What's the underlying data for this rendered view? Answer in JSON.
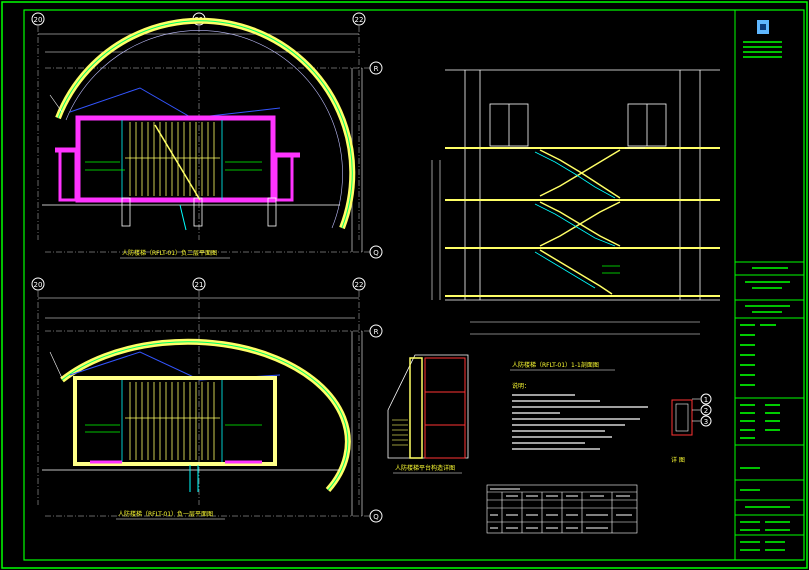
{
  "drawing": {
    "plan_top_title": "人防楼梯（RFLT-01）负二层平面图",
    "plan_bottom_title": "人防楼梯（RFLT-01）负一层平面图",
    "section_title": "人防楼梯（RFLT-01）1-1剖面图",
    "detail_title": "人防楼梯平台构造详图",
    "small_detail_title": "详 图",
    "notes_heading": "说明：",
    "axes": {
      "top": [
        "20",
        "21",
        "22"
      ],
      "bottom": [
        "20",
        "21",
        "22"
      ],
      "right_top": [
        "R",
        "Q"
      ],
      "right_bottom": [
        "R",
        "Q"
      ],
      "detail_marks": [
        "1",
        "2",
        "3"
      ]
    }
  }
}
